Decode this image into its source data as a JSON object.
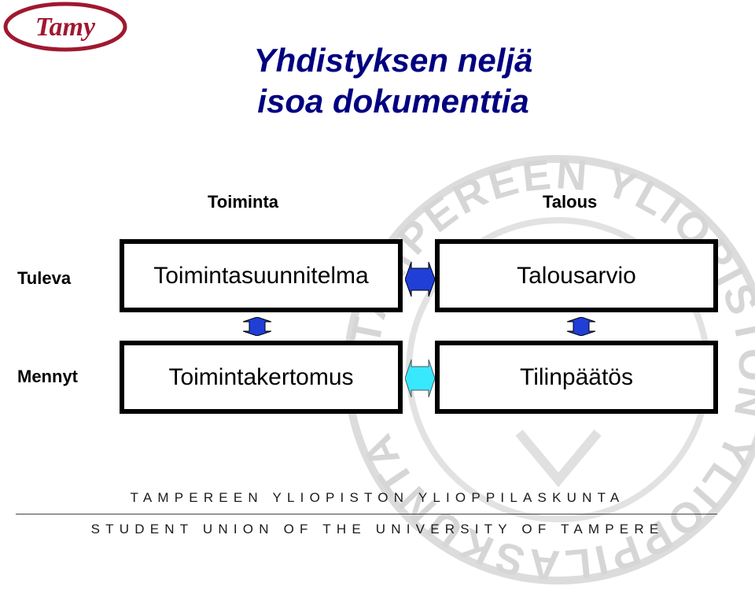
{
  "logo": {
    "text": "Tamy",
    "color": "#a0182f"
  },
  "title": {
    "line1": "Yhdistyksen neljä",
    "line2": "isoa dokumenttia",
    "color": "#000080"
  },
  "columns": {
    "left": "Toiminta",
    "right": "Talous"
  },
  "rows": {
    "top": "Tuleva",
    "bottom": "Mennyt"
  },
  "boxes": {
    "top_left": "Toimintasuunnitelma",
    "top_right": "Talousarvio",
    "bottom_left": "Toimintakertomus",
    "bottom_right": "Tilinpäätös"
  },
  "arrows": {
    "dark_color": "#1f3fd6",
    "light_color": "#38e8ff",
    "icon": "double-arrow-icon"
  },
  "footer": {
    "line1": "TAMPEREEN YLIOPISTON YLIOPPILASKUNTA",
    "line2": "STUDENT UNION OF THE UNIVERSITY OF TAMPERE"
  },
  "watermark": {
    "text": "TAMPEREEN YLIOPISTON YLIOPPILASKUNTA",
    "color": "#d8d8d8"
  }
}
